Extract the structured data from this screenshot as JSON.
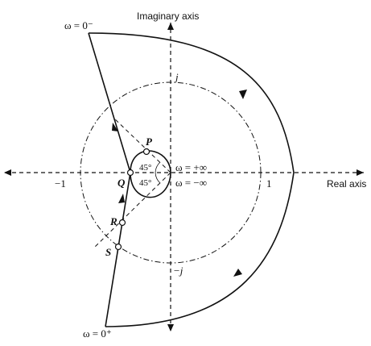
{
  "axes": {
    "imaginary_label": "Imaginary axis",
    "real_label": "Real axis"
  },
  "tick_labels": {
    "minus_one": "−1",
    "one": "1",
    "j": "j",
    "minus_j": "−j"
  },
  "omega_labels": {
    "top": "ω = 0⁻",
    "bottom": "ω = 0⁺",
    "plus_inf": "ω = +∞",
    "minus_inf": "ω = −∞"
  },
  "points": {
    "P": "P",
    "Q": "Q",
    "R": "R",
    "S": "S"
  },
  "angles": {
    "upper": "45°",
    "lower": "45°"
  },
  "colors": {
    "stroke": "#111111",
    "background": "#ffffff"
  }
}
